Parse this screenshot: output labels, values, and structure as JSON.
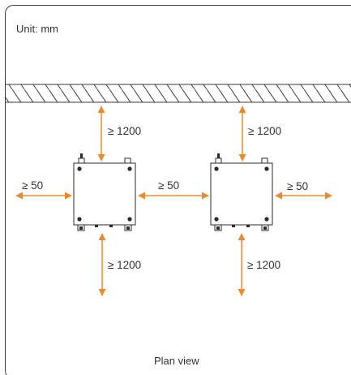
{
  "unit_label": "Unit: mm",
  "caption": "Plan view",
  "clearances": {
    "top_left": "≥ 1200",
    "top_right": "≥ 1200",
    "bottom_left": "≥ 1200",
    "bottom_right": "≥ 1200",
    "left": "≥ 50",
    "middle": "≥ 50",
    "right": "≥ 50"
  },
  "colors": {
    "frame": "#3a3a3a",
    "arrow": "#ee8a2e",
    "wall_fill": "#9a9a9a",
    "device_stroke": "#2b2b2b"
  }
}
